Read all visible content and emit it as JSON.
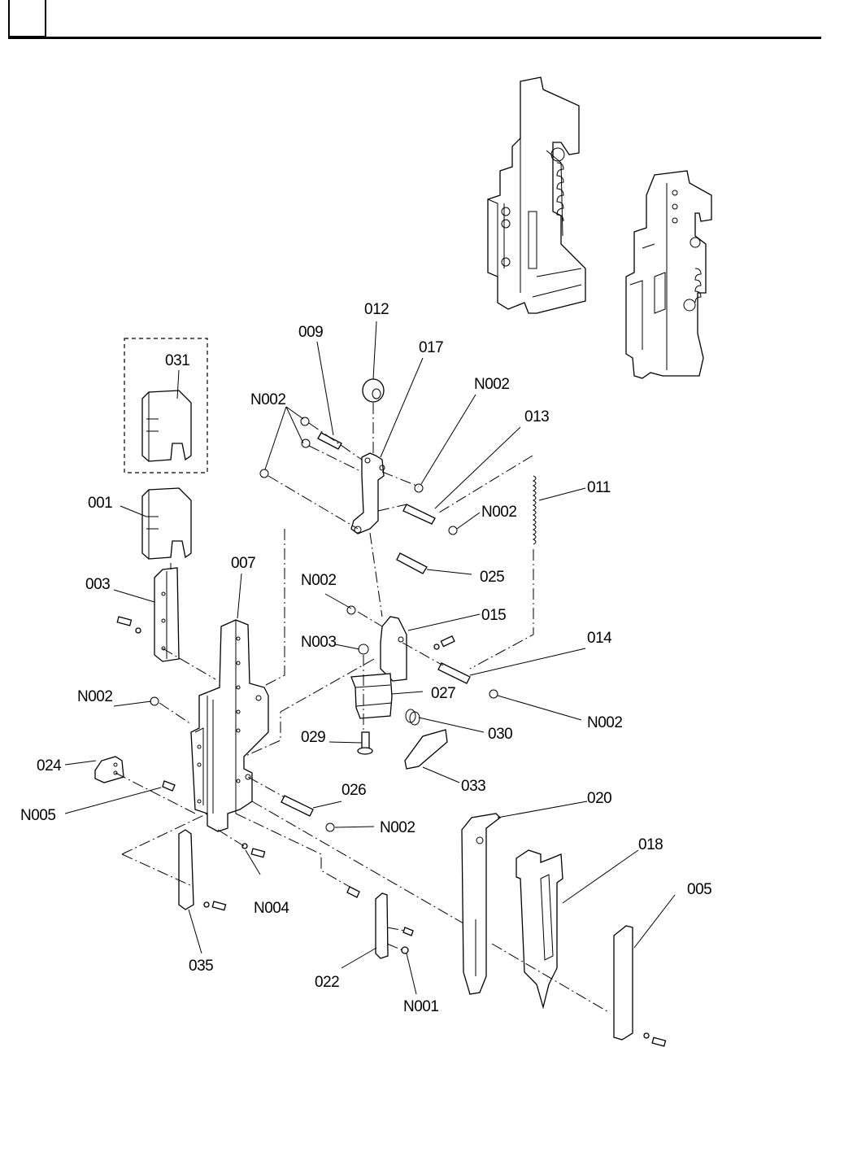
{
  "header": {
    "section_box_label": "",
    "title": ""
  },
  "diagram": {
    "type": "exploded-parts-view",
    "labels": [
      {
        "id": "l012",
        "text": "012"
      },
      {
        "id": "l009",
        "text": "009"
      },
      {
        "id": "l017",
        "text": "017"
      },
      {
        "id": "l031",
        "text": "031"
      },
      {
        "id": "lN002a",
        "text": "N002"
      },
      {
        "id": "lN002b",
        "text": "N002"
      },
      {
        "id": "l013",
        "text": "013"
      },
      {
        "id": "l011",
        "text": "011"
      },
      {
        "id": "l001",
        "text": "001"
      },
      {
        "id": "lN002c",
        "text": "N002"
      },
      {
        "id": "l025",
        "text": "025"
      },
      {
        "id": "l007",
        "text": "007"
      },
      {
        "id": "l003",
        "text": "003"
      },
      {
        "id": "lN002d",
        "text": "N002"
      },
      {
        "id": "l015",
        "text": "015"
      },
      {
        "id": "lN003",
        "text": "N003"
      },
      {
        "id": "l014",
        "text": "014"
      },
      {
        "id": "l027",
        "text": "027"
      },
      {
        "id": "lN002e",
        "text": "N002"
      },
      {
        "id": "lN002f",
        "text": "N002"
      },
      {
        "id": "l029",
        "text": "029"
      },
      {
        "id": "l030",
        "text": "030"
      },
      {
        "id": "l024",
        "text": "024"
      },
      {
        "id": "l033",
        "text": "033"
      },
      {
        "id": "l026",
        "text": "026"
      },
      {
        "id": "l020",
        "text": "020"
      },
      {
        "id": "lN005",
        "text": "N005"
      },
      {
        "id": "lN002g",
        "text": "N002"
      },
      {
        "id": "l018",
        "text": "018"
      },
      {
        "id": "l005",
        "text": "005"
      },
      {
        "id": "lN004",
        "text": "N004"
      },
      {
        "id": "l035",
        "text": "035"
      },
      {
        "id": "l022",
        "text": "022"
      },
      {
        "id": "lN001",
        "text": "N001"
      }
    ]
  }
}
